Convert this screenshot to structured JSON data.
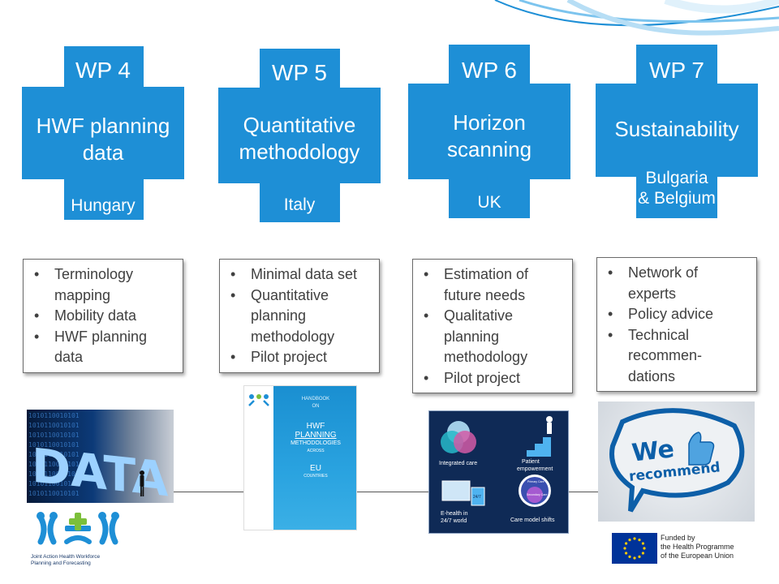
{
  "colors": {
    "cross_blue": "#1e8fd6",
    "text_gray": "#404040",
    "swoosh_blue": "#1e8fd6"
  },
  "work_packages": [
    {
      "wp": "WP 4",
      "title_lines": [
        "HWF planning",
        "data"
      ],
      "country_lines": [
        "Hungary"
      ],
      "bullets": [
        [
          "Terminology",
          "mapping"
        ],
        [
          "Mobility data"
        ],
        [
          "HWF planning",
          "data"
        ]
      ]
    },
    {
      "wp": "WP 5",
      "title_lines": [
        "Quantitative",
        "methodology"
      ],
      "country_lines": [
        "Italy"
      ],
      "bullets": [
        [
          "Minimal data set"
        ],
        [
          "Quantitative",
          "planning",
          "methodology"
        ],
        [
          "Pilot project"
        ]
      ]
    },
    {
      "wp": "WP 6",
      "title_lines": [
        "Horizon",
        "scanning"
      ],
      "country_lines": [
        "UK"
      ],
      "bullets": [
        [
          "Estimation of",
          "future needs"
        ],
        [
          "Qualitative",
          "planning",
          "methodology"
        ],
        [
          "Pilot project"
        ]
      ]
    },
    {
      "wp": "WP 7",
      "title_lines": [
        "Sustainability"
      ],
      "country_lines": [
        "Bulgaria",
        "& Belgium"
      ],
      "bullets": [
        [
          "Network of",
          "experts"
        ],
        [
          "Policy advice"
        ],
        [
          "Technical",
          "recommen-",
          "dations"
        ]
      ]
    }
  ],
  "images": {
    "data_image": {
      "word": "DATA",
      "binary_text": "1010110010101"
    },
    "handbook": {
      "line1": "HANDBOOK",
      "line2": "ON",
      "line3": "HWF",
      "line4": "PLANNING",
      "line5": "METHODOLOGIES",
      "line6": "ACROSS",
      "line7": "EU",
      "line8": "COUNTRIES"
    },
    "horizon": {
      "label1": "Integrated care",
      "label2_a": "Patient",
      "label2_b": "empowerment",
      "label3_a": "E-health in",
      "label3_b": "24/7 world",
      "label4": "Care model shifts",
      "badge": "24/7",
      "circle_top": "Primary Care",
      "circle_bottom": "Secondary Care"
    },
    "recommend": {
      "we": "We",
      "recommend": "recommend"
    }
  },
  "footer": {
    "ja_logo_line1": "Joint Action Health Workforce",
    "ja_logo_line2": "Planning and Forecasting",
    "eu_line1": "Funded by",
    "eu_line2": "the Health Programme",
    "eu_line3": "of the European Union"
  }
}
